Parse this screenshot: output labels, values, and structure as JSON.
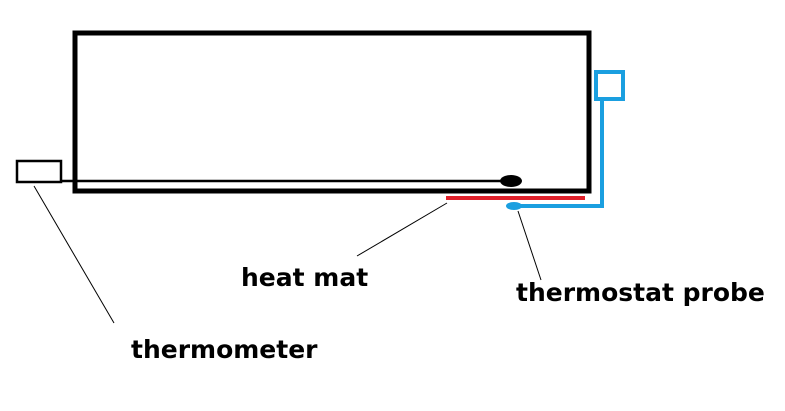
{
  "labels": {
    "heat_mat": "heat mat",
    "thermostat_probe": "thermostat probe",
    "thermometer": "thermometer"
  },
  "colors": {
    "enclosure": "#000000",
    "thermometer_wire": "#000000",
    "heat_mat": "#e0202a",
    "thermostat": "#1a9fe0",
    "leader_lines": "#000000",
    "background": "#ffffff"
  }
}
